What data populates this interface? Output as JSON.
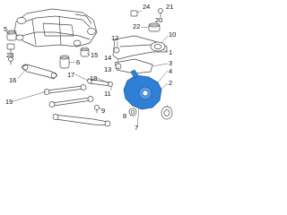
{
  "diagram": {
    "palette": {
      "line": "#4a4a4a",
      "part_fill": "#ffffff",
      "knuckle_fill": "#2f7fd6",
      "knuckle_stroke": "#1d5ea8",
      "leader": "#555555"
    },
    "callouts": [
      {
        "id": "c24",
        "text": "24"
      },
      {
        "id": "c21",
        "text": "21"
      },
      {
        "id": "c20",
        "text": "20"
      },
      {
        "id": "c22",
        "text": "22"
      },
      {
        "id": "c5",
        "text": "5"
      },
      {
        "id": "c6",
        "text": "6"
      },
      {
        "id": "c23",
        "text": "23"
      },
      {
        "id": "c15",
        "text": "15"
      },
      {
        "id": "c16",
        "text": "16"
      },
      {
        "id": "c17",
        "text": "17"
      },
      {
        "id": "c18",
        "text": "18"
      },
      {
        "id": "c19",
        "text": "19"
      },
      {
        "id": "c12",
        "text": "12"
      },
      {
        "id": "c14",
        "text": "14"
      },
      {
        "id": "c13",
        "text": "13"
      },
      {
        "id": "c11",
        "text": "11"
      },
      {
        "id": "c9",
        "text": "9"
      },
      {
        "id": "c10",
        "text": "10"
      },
      {
        "id": "c1",
        "text": "1"
      },
      {
        "id": "c3",
        "text": "3"
      },
      {
        "id": "c4",
        "text": "4"
      },
      {
        "id": "c2",
        "text": "2"
      },
      {
        "id": "c8",
        "text": "8"
      },
      {
        "id": "c7",
        "text": "7"
      }
    ]
  }
}
